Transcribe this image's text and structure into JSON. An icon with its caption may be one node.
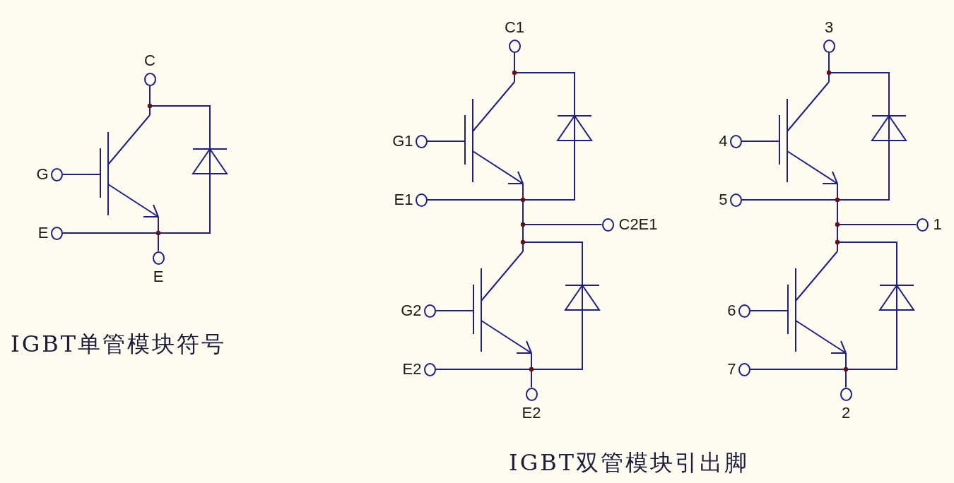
{
  "diagram": {
    "nodes": [
      {
        "text": [],
        "shape": "circle",
        "beside": [
          "C"
        ]
      },
      {
        "text": [],
        "shape": "circle",
        "beside": [
          "G"
        ]
      },
      {
        "text": [],
        "shape": "circle",
        "beside": [
          "E"
        ]
      },
      {
        "text": [],
        "shape": "circle",
        "beside": [
          "E"
        ]
      },
      {
        "text": [],
        "shape": "transistor"
      },
      {
        "text": [],
        "shape": "diode"
      },
      {
        "text": [],
        "shape": "circle",
        "beside": [
          "C1"
        ]
      },
      {
        "text": [],
        "shape": "circle",
        "beside": [
          "G1"
        ]
      },
      {
        "text": [],
        "shape": "circle",
        "beside": [
          "E1"
        ]
      },
      {
        "text": [],
        "shape": "circle",
        "beside": [
          "C2E1"
        ]
      },
      {
        "text": [],
        "shape": "circle",
        "beside": [
          "G2"
        ]
      },
      {
        "text": [],
        "shape": "circle",
        "beside": [
          "E2"
        ]
      },
      {
        "text": [],
        "shape": "circle",
        "beside": [
          "E2"
        ]
      },
      {
        "text": [],
        "shape": "transistor"
      },
      {
        "text": [],
        "shape": "diode"
      },
      {
        "text": [],
        "shape": "transistor"
      },
      {
        "text": [],
        "shape": "diode"
      },
      {
        "text": [],
        "shape": "circle",
        "beside": [
          "3"
        ]
      },
      {
        "text": [],
        "shape": "circle",
        "beside": [
          "4"
        ]
      },
      {
        "text": [],
        "shape": "circle",
        "beside": [
          "5"
        ]
      },
      {
        "text": [],
        "shape": "circle",
        "beside": [
          "1"
        ]
      },
      {
        "text": [],
        "shape": "circle",
        "beside": [
          "6"
        ]
      },
      {
        "text": [],
        "shape": "circle",
        "beside": [
          "7"
        ]
      },
      {
        "text": [],
        "shape": "circle",
        "beside": [
          "2"
        ]
      },
      {
        "text": [],
        "shape": "transistor"
      },
      {
        "text": [],
        "shape": "diode"
      },
      {
        "text": [],
        "shape": "transistor"
      },
      {
        "text": [],
        "shape": "diode"
      }
    ],
    "edges": [
      {
        "from": 0,
        "to": 4,
        "arrow": "none"
      },
      {
        "from": 4,
        "to": 5,
        "arrow": "none"
      },
      {
        "from": 1,
        "to": 4,
        "arrow": "none"
      },
      {
        "from": 2,
        "to": 4,
        "arrow": "none"
      },
      {
        "from": 3,
        "to": 4,
        "arrow": "none"
      },
      {
        "from": 4,
        "to": 5,
        "arrow": "none"
      },
      {
        "from": 6,
        "to": 13,
        "arrow": "none"
      },
      {
        "from": 13,
        "to": 14,
        "arrow": "none"
      },
      {
        "from": 7,
        "to": 13,
        "arrow": "none"
      },
      {
        "from": 8,
        "to": 13,
        "arrow": "none"
      },
      {
        "from": 13,
        "to": 14,
        "arrow": "none"
      },
      {
        "from": 13,
        "to": 9,
        "arrow": "none"
      },
      {
        "from": 13,
        "to": 15,
        "arrow": "none"
      },
      {
        "from": 15,
        "to": 16,
        "arrow": "none"
      },
      {
        "from": 10,
        "to": 15,
        "arrow": "none"
      },
      {
        "from": 11,
        "to": 15,
        "arrow": "none"
      },
      {
        "from": 12,
        "to": 15,
        "arrow": "none"
      },
      {
        "from": 15,
        "to": 16,
        "arrow": "none"
      },
      {
        "from": 17,
        "to": 24,
        "arrow": "none"
      },
      {
        "from": 24,
        "to": 25,
        "arrow": "none"
      },
      {
        "from": 18,
        "to": 24,
        "arrow": "none"
      },
      {
        "from": 19,
        "to": 24,
        "arrow": "none"
      },
      {
        "from": 24,
        "to": 25,
        "arrow": "none"
      },
      {
        "from": 24,
        "to": 20,
        "arrow": "none"
      },
      {
        "from": 24,
        "to": 26,
        "arrow": "none"
      },
      {
        "from": 26,
        "to": 27,
        "arrow": "none"
      },
      {
        "from": 21,
        "to": 26,
        "arrow": "none"
      },
      {
        "from": 22,
        "to": 26,
        "arrow": "none"
      },
      {
        "from": 23,
        "to": 26,
        "arrow": "none"
      },
      {
        "from": 26,
        "to": 27,
        "arrow": "none"
      }
    ],
    "labels": [
      "IGBT单管模块符号",
      "IGBT双管模块引出脚"
    ]
  }
}
